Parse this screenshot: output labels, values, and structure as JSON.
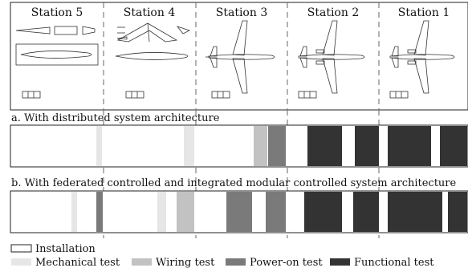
{
  "stations": [
    "Station 5",
    "Station 4",
    "Station 3",
    "Station 2",
    "Station 1"
  ],
  "section_a_title": "a. With distributed system architecture",
  "section_b_title": "b. With federated controlled and integrated modular controlled system architecture",
  "legend": {
    "installation": "Installation",
    "mechanical": "Mechanical test",
    "wiring": "Wiring test",
    "poweron": "Power-on test",
    "functional": "Functional test"
  },
  "colors": {
    "installation": "#ffffff",
    "mechanical": "#e6e6e6",
    "wiring": "#c2c2c2",
    "poweron": "#7a7a7a",
    "functional": "#333333",
    "outline": "#222222"
  },
  "icons": [
    "wing-and-fuselage-parts-icon",
    "empennage-and-wings-icon",
    "aircraft-icon",
    "aircraft-with-engines-icon",
    "aircraft-with-engines-icon",
    "equipment-box-icon"
  ]
}
